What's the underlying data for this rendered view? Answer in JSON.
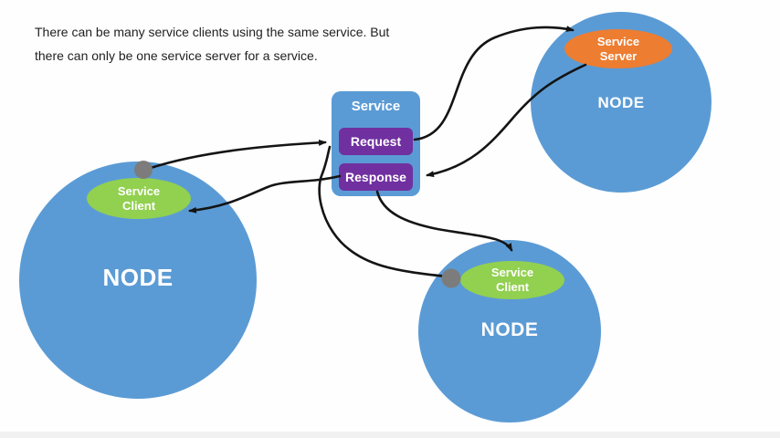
{
  "caption": {
    "line1": "There can be many service clients using the same service. But",
    "line2": "there can only be one service server for a service."
  },
  "service": {
    "title": "Service",
    "request_label": "Request",
    "response_label": "Response"
  },
  "nodes": {
    "left": {
      "label": "NODE",
      "client": {
        "line1": "Service",
        "line2": "Client"
      }
    },
    "top_right": {
      "label": "NODE",
      "server": {
        "line1": "Service",
        "line2": "Server"
      }
    },
    "bottom": {
      "label": "NODE",
      "client": {
        "line1": "Service",
        "line2": "Client"
      }
    }
  },
  "colors": {
    "node_blue": "#5b9bd5",
    "service_purple": "#7030a0",
    "client_green": "#92d050",
    "server_orange": "#ed7d31",
    "connector_gray": "#7c7c7c",
    "arrow_black": "#141414",
    "background": "#fefefe"
  }
}
